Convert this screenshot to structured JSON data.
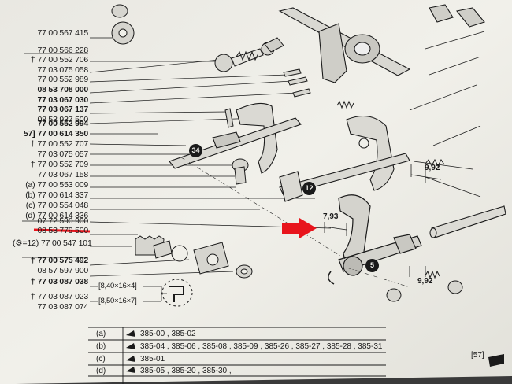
{
  "part_numbers": [
    {
      "text": "77 00 567 415",
      "marker": "",
      "bold": false
    },
    {
      "text": "77 00 566 228",
      "marker": "",
      "bold": false
    },
    {
      "text": "77 00 552 706",
      "marker": "†",
      "bold": false
    },
    {
      "text": "77 03 075 058",
      "marker": "",
      "bold": false
    },
    {
      "text": "77 00 552 989",
      "marker": "",
      "bold": false
    },
    {
      "text": "08 53 708 000",
      "marker": "",
      "bold": true
    },
    {
      "text": "77 03 067 030",
      "marker": "",
      "bold": true
    },
    {
      "text": "77 03 067 137",
      "marker": "",
      "bold": true
    },
    {
      "text": "08 53 937 500",
      "marker": "",
      "bold": false
    },
    {
      "text": "77 00 552 994",
      "marker": "",
      "bold": true
    },
    {
      "text": "77 00 614 350",
      "marker": "57]",
      "bold": true
    },
    {
      "text": "77 00 552 707",
      "marker": "†",
      "bold": false
    },
    {
      "text": "77 03 075 057",
      "marker": "",
      "bold": false
    },
    {
      "text": "77 00 552 709",
      "marker": "†",
      "bold": false
    },
    {
      "text": "77 03 067 158",
      "marker": "",
      "bold": false
    },
    {
      "text": "77 00 553 009",
      "marker": "(a)",
      "bold": false
    },
    {
      "text": "77 00 614 337",
      "marker": "(b)",
      "bold": false
    },
    {
      "text": "77 00 554 048",
      "marker": "(c)",
      "bold": false
    },
    {
      "text": "77 00 614 336",
      "marker": "(d)",
      "bold": false
    },
    {
      "text": "07 72 590 900",
      "marker": "",
      "bold": false
    },
    {
      "text": "08 53 779 500",
      "marker": "",
      "bold": false
    },
    {
      "text": "77 00 547 101",
      "marker": "(⚙=12)",
      "bold": false
    },
    {
      "text": "77 00 575 492",
      "marker": "†",
      "bold": true
    },
    {
      "text": "08 57 597 900",
      "marker": "",
      "bold": false
    },
    {
      "text": "77 03 087 038",
      "marker": "†",
      "bold": true
    },
    {
      "text": "77 03 087 023",
      "marker": "†",
      "bold": false
    },
    {
      "text": "77 03 087 074",
      "marker": "",
      "bold": false
    }
  ],
  "bracket_labels": [
    "[8,40×16×4]",
    "[8,50×16×7]"
  ],
  "dimensions": [
    "9,92",
    "7,93",
    "9,92"
  ],
  "callouts": [
    "34",
    "12",
    "5"
  ],
  "table_rows": [
    {
      "variant": "(a)",
      "refs": "385-00 , 385-02"
    },
    {
      "variant": "(b)",
      "refs": "385-04 , 385-06 , 385-08 , 385-09 , 385-26 , 385-27 , 385-28 , 385-31"
    },
    {
      "variant": "(c)",
      "refs": "385-01"
    },
    {
      "variant": "(d)",
      "refs": "385-05 , 385-20 , 385-30 ,"
    }
  ],
  "page_ref": "[57]",
  "colors": {
    "paper": "#efeee8",
    "ink": "#1a1a1a",
    "highlight": "#e8141c"
  }
}
